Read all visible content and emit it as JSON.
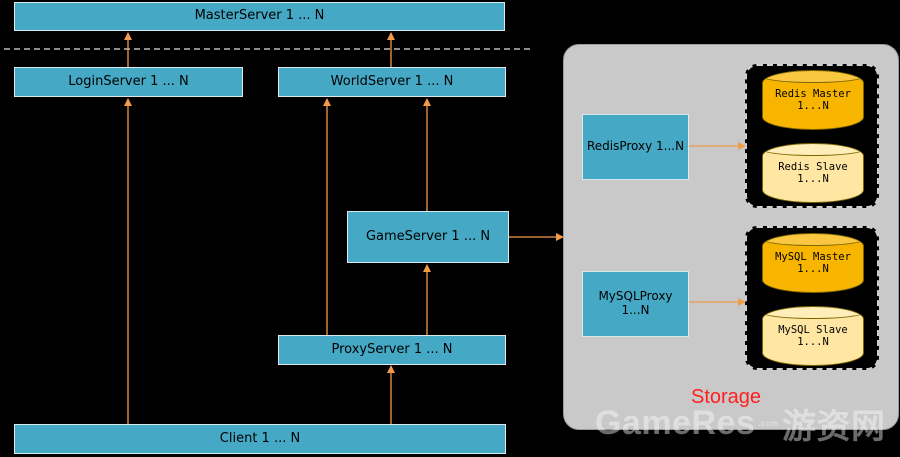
{
  "nodes": {
    "master": "MasterServer 1 ... N",
    "login": "LoginServer 1 ... N",
    "world": "WorldServer 1 ... N",
    "game": "GameServer 1 ... N",
    "proxy": "ProxyServer 1 ... N",
    "client": "Client 1 ... N",
    "redis_proxy": "RedisProxy 1...N",
    "mysql_proxy_line1": "MySQLProxy",
    "mysql_proxy_line2": "1...N",
    "redis_master_line1": "Redis Master",
    "redis_master_line2": "1...N",
    "redis_slave_line1": "Redis Slave",
    "redis_slave_line2": "1...N",
    "mysql_master_line1": "MySQL Master",
    "mysql_master_line2": "1...N",
    "mysql_slave_line1": "MySQL Slave",
    "mysql_slave_line2": "1...N"
  },
  "storage_label": "Storage",
  "watermark": {
    "main": "GameRes",
    "sub": ".com",
    "cjk": "游资网"
  },
  "colors": {
    "node_fill": "#45a9c6",
    "arrow": "#f29b4b",
    "storage_bg": "#c9c9c9",
    "redis_master": "#f7b500",
    "redis_slave": "#ffe7a3",
    "storage_label": "#ff1f1f"
  }
}
